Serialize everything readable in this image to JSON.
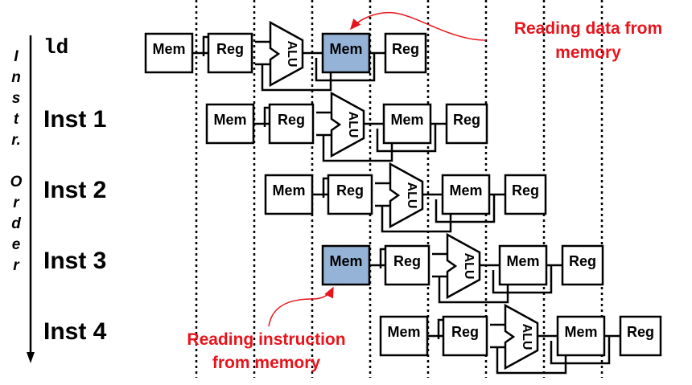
{
  "side_label": [
    "I",
    "n",
    "s",
    "t",
    "r.",
    "",
    "O",
    "r",
    "d",
    "e",
    "r"
  ],
  "instructions": [
    {
      "label": "ld",
      "mono": true,
      "highlight_stage": 3
    },
    {
      "label": "Inst 1",
      "mono": false,
      "highlight_stage": -1
    },
    {
      "label": "Inst 2",
      "mono": false,
      "highlight_stage": -1
    },
    {
      "label": "Inst 3",
      "mono": false,
      "highlight_stage": 0
    },
    {
      "label": "Inst 4",
      "mono": false,
      "highlight_stage": -1
    }
  ],
  "stages": [
    "Mem",
    "Reg",
    "ALU",
    "Mem",
    "Reg"
  ],
  "annotations": {
    "data_read": [
      "Reading data from",
      "memory"
    ],
    "instr_read": [
      "Reading instruction",
      "from memory"
    ]
  },
  "colors": {
    "highlight": "#95b3d7",
    "annotation": "#e8141c"
  }
}
